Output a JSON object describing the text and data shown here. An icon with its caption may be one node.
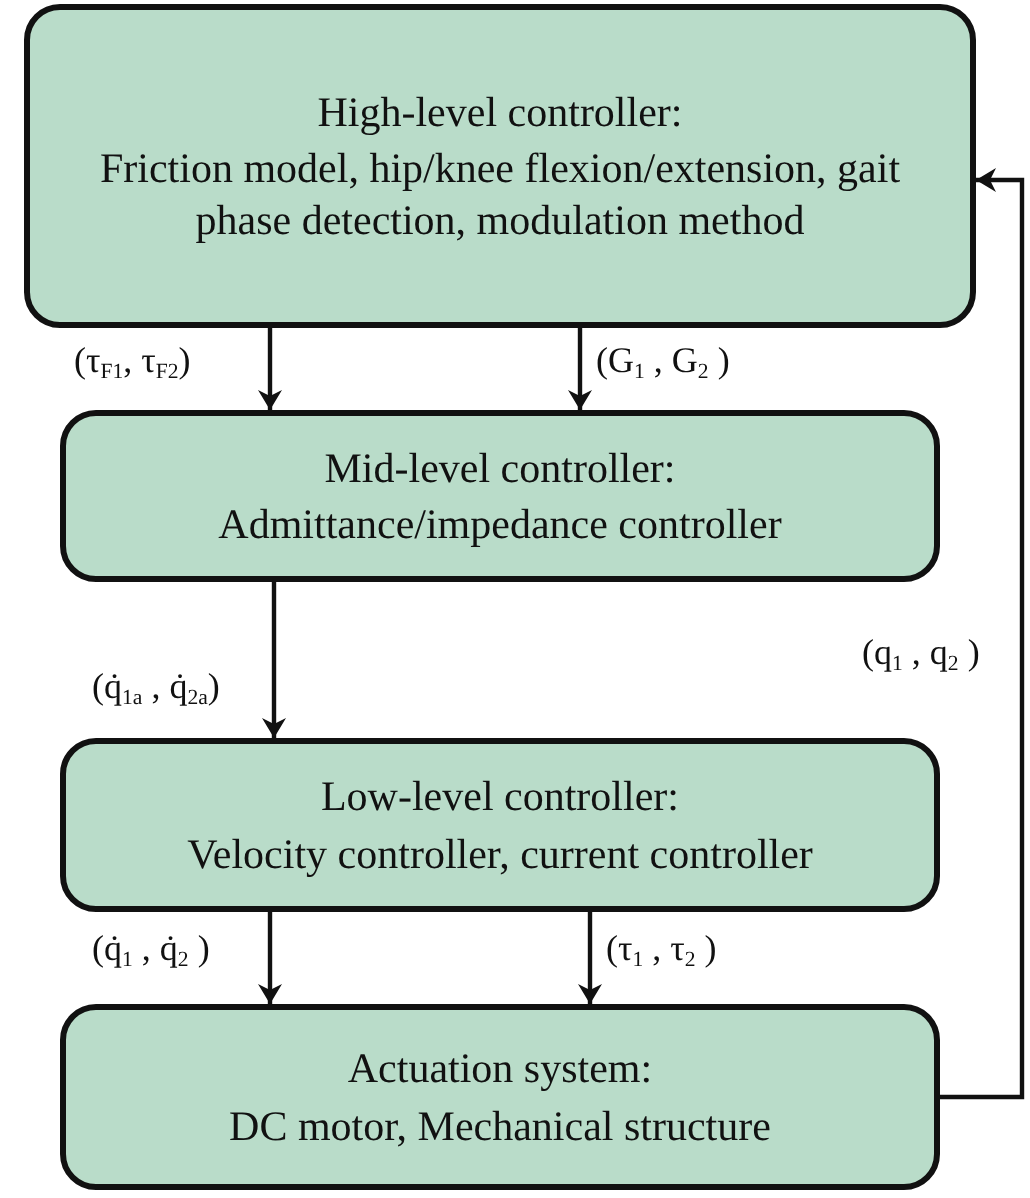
{
  "diagram": {
    "nodes": [
      {
        "text": [
          "High-level controller:",
          "Friction model, hip/knee flexion/extension, gait phase detection, modulation method"
        ]
      },
      {
        "text": [
          "Mid-level controller:",
          "Admittance/impedance controller"
        ]
      },
      {
        "text": [
          "Low-level controller:",
          "Velocity controller, current controller"
        ]
      },
      {
        "text": [
          "Actuation system:",
          "DC motor, Mechanical structure"
        ]
      }
    ],
    "edges": [
      {
        "from": 0,
        "to": 1,
        "arrow": "to",
        "label": "(τ$_{F1}$, τ$_{F2}$)"
      },
      {
        "from": 0,
        "to": 1,
        "arrow": "to",
        "label": "(G$_{1}$ , G$_{2}$ )"
      },
      {
        "from": 1,
        "to": 2,
        "arrow": "to",
        "label": "(q̇$_{1a}$ , q̇$_{2a}$)"
      },
      {
        "from": 2,
        "to": 3,
        "arrow": "to",
        "label": "(q̇$_{1}$ , q̇$_{2}$ )"
      },
      {
        "from": 2,
        "to": 3,
        "arrow": "to",
        "label": "(τ$_{1}$ , τ$_{2}$ )"
      },
      {
        "from": 3,
        "to": 0,
        "arrow": "to",
        "label": "(q$_{1}$ , q$_{2}$ )"
      }
    ]
  }
}
